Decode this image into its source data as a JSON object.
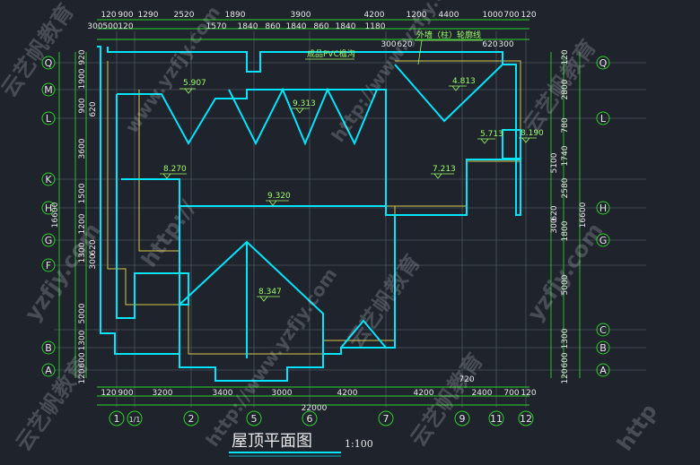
{
  "title": "屋顶平面图",
  "scale": "1:100",
  "top_dims_row1": [
    "120",
    "900",
    "1290",
    "2520",
    "1890",
    "3900",
    "4200",
    "1200",
    "4400",
    "1000",
    "700",
    "120"
  ],
  "top_dims_row2": [
    "300",
    "500",
    "120",
    "1570",
    "1840",
    "860",
    "1840",
    "860",
    "1840",
    "1180",
    "300",
    "620",
    "620",
    "300"
  ],
  "bottom_dims_row1": [
    "720"
  ],
  "bottom_dims_row2": [
    "120",
    "900",
    "3200",
    "3400",
    "3000",
    "4200",
    "4200",
    "2400",
    "700",
    "120"
  ],
  "bottom_total": "22000",
  "left_dims": [
    "920",
    "1900",
    "900",
    "620",
    "3600",
    "1500",
    "1200",
    "300",
    "620",
    "1300",
    "5000",
    "1300",
    "600",
    "120"
  ],
  "left_total": "16600",
  "right_dims": [
    "120",
    "2800",
    "780",
    "1740",
    "5100",
    "2580",
    "300",
    "620",
    "1800",
    "5000",
    "1300",
    "600",
    "120"
  ],
  "right_total": "16600",
  "row_axes": [
    "Q",
    "M",
    "L",
    "K",
    "H",
    "G",
    "F",
    "C",
    "B",
    "A"
  ],
  "col_axes": [
    "1",
    "1/1",
    "2",
    "5",
    "6",
    "7",
    "9",
    "11",
    "12"
  ],
  "elevations": [
    "5.907",
    "4.813",
    "9.313",
    "5.713",
    "8.190",
    "8.270",
    "7.213",
    "9.320",
    "8.347"
  ],
  "notes": [
    "成品PVC檐沟",
    "外墙（柱）轮廓线"
  ],
  "watermarks": [
    "云艺帆教育",
    "www.yzfjy.com",
    "http://www.yzfjy.com",
    "云艺帆教育",
    "yzfjy.com",
    "http://",
    "云艺帆教育",
    "http://www.yzfjy.com",
    "云艺帆教育",
    "yzfjy.com",
    "云艺帆教育",
    "http"
  ],
  "colors": {
    "background": "#1f232b",
    "roof_outline": "#00e5ff",
    "eave_line": "#d8c94a",
    "grid_line": "#4a5560",
    "axis_line": "#2bd12b",
    "elevation_text": "#9cff6a"
  }
}
